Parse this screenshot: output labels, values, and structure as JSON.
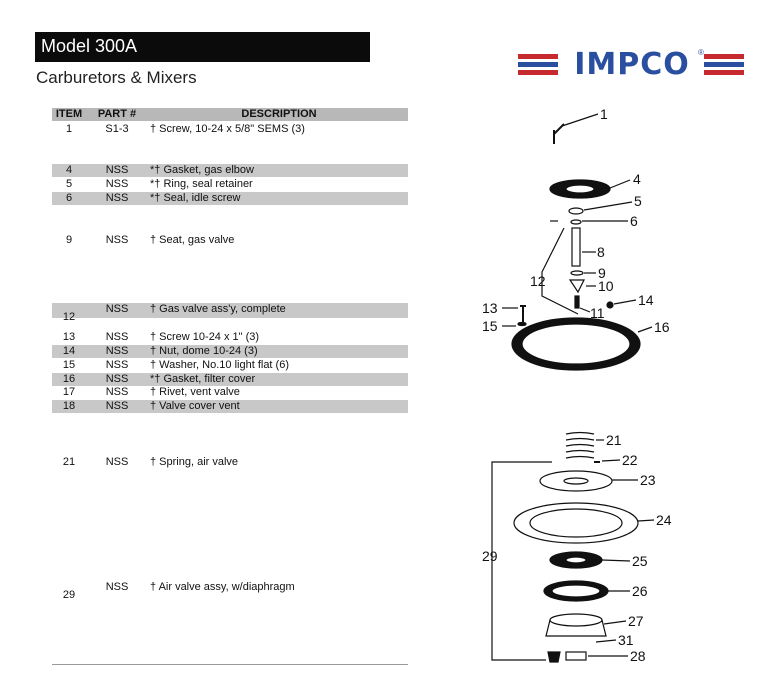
{
  "header": {
    "model": "Model 300A",
    "subtitle": "Carburetors & Mixers",
    "brand": "IMPCO",
    "brand_mark": "®"
  },
  "table": {
    "columns": [
      "ITEM",
      "PART #",
      "DESCRIPTION"
    ],
    "rows": [
      {
        "item": "1",
        "part": "S1-3",
        "desc": "† Screw, 10-24 x 5/8\" SEMS (3)"
      },
      {
        "item": "4",
        "part": "NSS",
        "desc": "*† Gasket, gas elbow"
      },
      {
        "item": "5",
        "part": "NSS",
        "desc": "*† Ring, seal retainer"
      },
      {
        "item": "6",
        "part": "NSS",
        "desc": "*† Seal, idle screw"
      },
      {
        "item": "9",
        "part": "NSS",
        "desc": "† Seat, gas valve"
      },
      {
        "item": "12",
        "part": "NSS",
        "desc": "† Gas valve ass'y, complete"
      },
      {
        "item": "13",
        "part": "NSS",
        "desc": "† Screw 10-24 x 1\" (3)"
      },
      {
        "item": "14",
        "part": "NSS",
        "desc": "† Nut, dome 10-24 (3)"
      },
      {
        "item": "15",
        "part": "NSS",
        "desc": "† Washer, No.10 light flat (6)"
      },
      {
        "item": "16",
        "part": "NSS",
        "desc": "*† Gasket, filter cover"
      },
      {
        "item": "17",
        "part": "NSS",
        "desc": "† Rivet, vent valve"
      },
      {
        "item": "18",
        "part": "NSS",
        "desc": "† Valve cover vent"
      },
      {
        "item": "21",
        "part": "NSS",
        "desc": "† Spring, air valve"
      },
      {
        "item": "29",
        "part": "NSS",
        "desc": "† Air valve assy, w/diaphragm"
      }
    ]
  },
  "diagram": {
    "callouts": [
      "1",
      "4",
      "5",
      "6",
      "8",
      "12",
      "9",
      "10",
      "13",
      "14",
      "11",
      "15",
      "16",
      "21",
      "22",
      "23",
      "24",
      "29",
      "25",
      "26",
      "27",
      "31",
      "28"
    ]
  }
}
